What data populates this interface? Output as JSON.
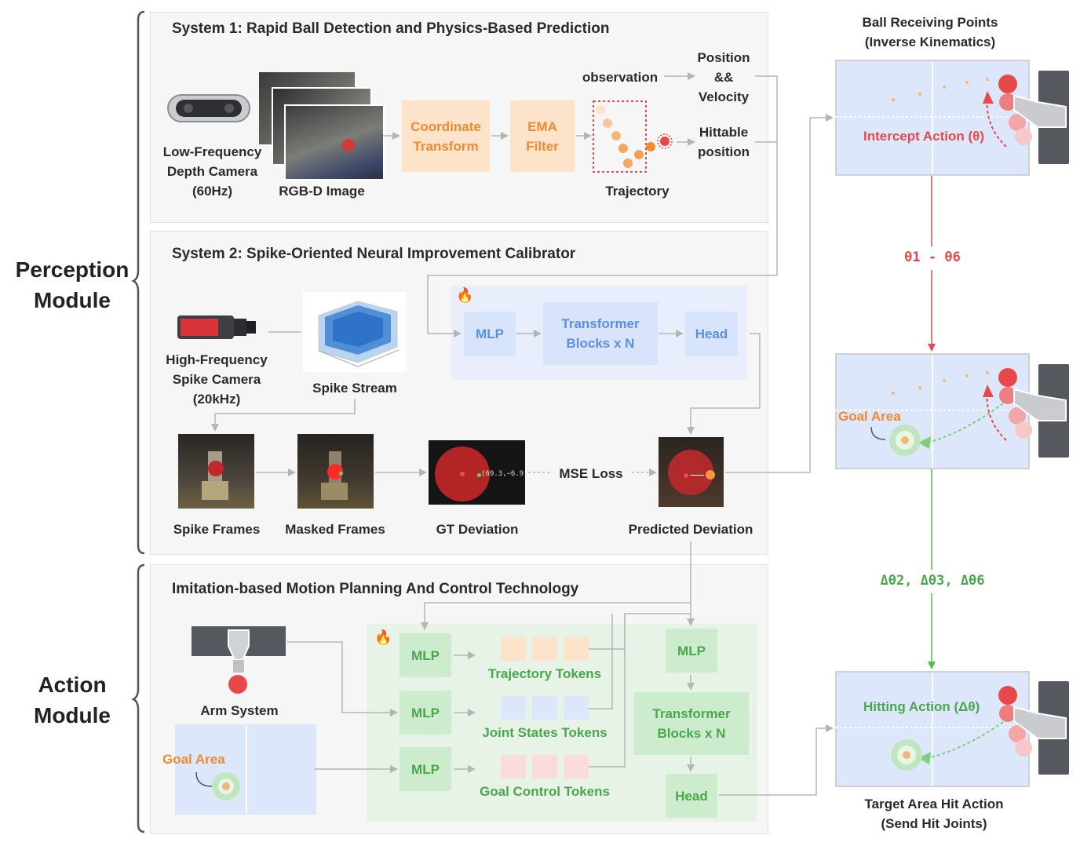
{
  "side": {
    "perception_line1": "Perception",
    "perception_line2": "Module",
    "action_line1": "Action",
    "action_line2": "Module"
  },
  "system1": {
    "title": "System 1: Rapid Ball Detection and Physics-Based Prediction",
    "camera_l1": "Low-Frequency",
    "camera_l2": "Depth Camera",
    "camera_l3": "(60Hz)",
    "rgbd": "RGB-D Image",
    "coord_l1": "Coordinate",
    "coord_l2": "Transform",
    "ema_l1": "EMA",
    "ema_l2": "Filter",
    "observation": "observation",
    "trajectory": "Trajectory",
    "pv_l1": "Position",
    "pv_l2": "&&",
    "pv_l3": "Velocity",
    "hit_l1": "Hittable",
    "hit_l2": "position"
  },
  "system2": {
    "title": "System 2: Spike-Oriented Neural Improvement Calibrator",
    "mlp": "MLP",
    "transformer_l1": "Transformer",
    "transformer_l2": "Blocks x N",
    "head": "Head",
    "spike_cam_l1": "High-Frequency",
    "spike_cam_l2": "Spike Camera",
    "spike_cam_l3": "(20kHz)",
    "spike_stream": "Spike Stream",
    "spike_frames": "Spike Frames",
    "masked_frames": "Masked Frames",
    "gt_deviation": "GT Deviation",
    "gt_coords": "(69.3,−6.9)",
    "mse_loss": "MSE Loss",
    "predicted_deviation": "Predicted Deviation"
  },
  "imitation": {
    "title": "Imitation-based Motion Planning And Control Technology",
    "arm_system": "Arm System",
    "goal_area": "Goal Area",
    "mlp1": "MLP",
    "mlp2": "MLP",
    "mlp3": "MLP",
    "mlp4": "MLP",
    "trajectory_tokens": "Trajectory Tokens",
    "joint_tokens": "Joint States Tokens",
    "goal_tokens": "Goal Control Tokens",
    "transformer_l1": "Transformer",
    "transformer_l2": "Blocks x N",
    "head": "Head"
  },
  "right": {
    "top_title_l1": "Ball Receiving Points",
    "top_title_l2": "(Inverse Kinematics)",
    "intercept": "Intercept Action (θ)",
    "theta_range": "θ1 - θ6",
    "goal_area": "Goal Area",
    "delta": "Δθ2, Δθ3, Δθ6",
    "hitting": "Hitting Action (Δθ)",
    "bottom_title_l1": "Target Area Hit Action",
    "bottom_title_l2": "(Send Hit Joints)"
  },
  "colors": {
    "orange": "#ee8a2f",
    "blue": "#5b8ee6",
    "green": "#4aa64a",
    "red": "#e8484a"
  },
  "icons": [
    "fire-icon",
    "depth-camera-icon",
    "spike-camera-icon",
    "robot-arm-icon"
  ]
}
